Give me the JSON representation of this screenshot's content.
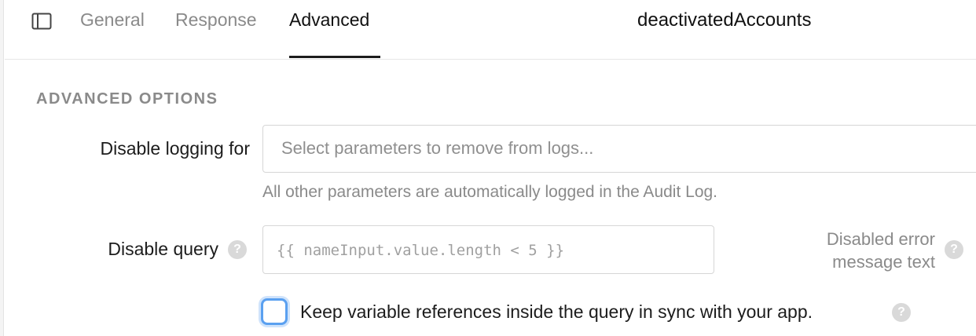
{
  "tabs": {
    "general": "General",
    "response": "Response",
    "advanced": "Advanced"
  },
  "query_name": "deactivatedAccounts",
  "advanced": {
    "section_title": "ADVANCED OPTIONS",
    "disable_logging": {
      "label": "Disable logging for",
      "placeholder": "Select parameters to remove from logs...",
      "helper": "All other parameters are automatically logged in the Audit Log."
    },
    "disable_query": {
      "label": "Disable query",
      "placeholder": "{{ nameInput.value.length < 5 }}"
    },
    "error_message": {
      "label_line1": "Disabled error",
      "label_line2": "message text"
    },
    "sync_checkbox": {
      "label": "Keep variable references inside the query in sync with your app.",
      "checked": false
    },
    "help_glyph": "?"
  },
  "colors": {
    "accent": "#5aa0f0",
    "muted_text": "#8a8a8a",
    "border": "#d6d6d6"
  },
  "icons": {
    "panel_toggle": "sidebar-toggle-icon",
    "help": "help-circle-icon"
  }
}
